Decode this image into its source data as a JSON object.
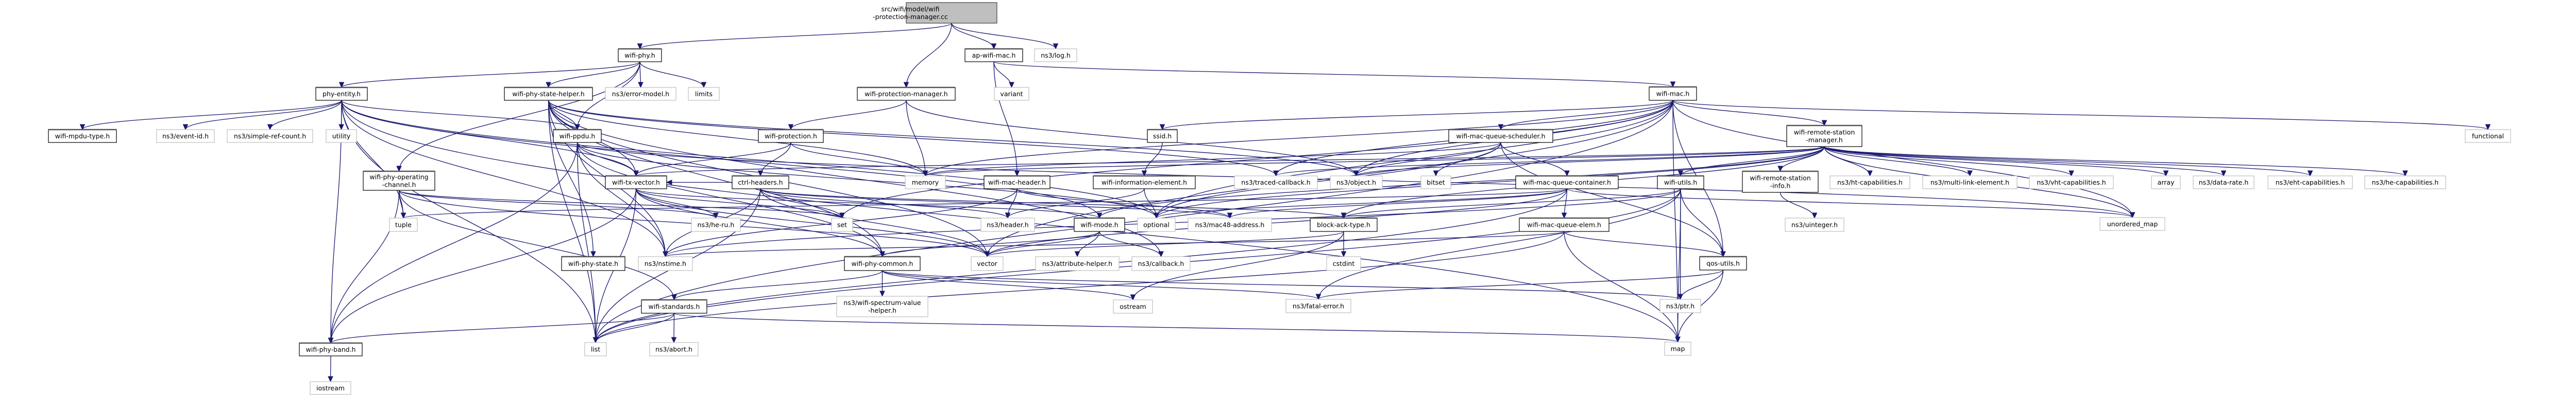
{
  "title": "Include dependency graph for src/wifi/model/wifi-protection-manager.cc",
  "colors": {
    "edge": "#191970",
    "root_fill": "#bfbfbf",
    "root_border": "#404040",
    "documented_fill": "#ffffff",
    "documented_border": "#000000",
    "external_fill": "#ffffff",
    "external_border": "#bfbfbf"
  },
  "nodes": [
    {
      "id": "root",
      "label": "src/wifi/model/wifi\n-protection-manager.cc",
      "kind": "root"
    },
    {
      "id": "wifi-phy",
      "label": "wifi-phy.h",
      "kind": "documented"
    },
    {
      "id": "ap-wifi-mac",
      "label": "ap-wifi-mac.h",
      "kind": "documented"
    },
    {
      "id": "log",
      "label": "ns3/log.h",
      "kind": "external"
    },
    {
      "id": "phy-entity",
      "label": "phy-entity.h",
      "kind": "documented"
    },
    {
      "id": "wifi-phy-state-helper",
      "label": "wifi-phy-state-helper.h",
      "kind": "documented"
    },
    {
      "id": "error-model",
      "label": "ns3/error-model.h",
      "kind": "external"
    },
    {
      "id": "limits",
      "label": "limits",
      "kind": "external"
    },
    {
      "id": "wifi-protection-manager",
      "label": "wifi-protection-manager.h",
      "kind": "documented"
    },
    {
      "id": "variant",
      "label": "variant",
      "kind": "external"
    },
    {
      "id": "wifi-mac",
      "label": "wifi-mac.h",
      "kind": "documented"
    },
    {
      "id": "wifi-mpdu-type",
      "label": "wifi-mpdu-type.h",
      "kind": "documented"
    },
    {
      "id": "event-id",
      "label": "ns3/event-id.h",
      "kind": "external"
    },
    {
      "id": "simple-ref-count",
      "label": "ns3/simple-ref-count.h",
      "kind": "external"
    },
    {
      "id": "utility",
      "label": "utility",
      "kind": "external"
    },
    {
      "id": "wifi-ppdu",
      "label": "wifi-ppdu.h",
      "kind": "documented"
    },
    {
      "id": "wifi-protection",
      "label": "wifi-protection.h",
      "kind": "documented"
    },
    {
      "id": "ssid",
      "label": "ssid.h",
      "kind": "documented"
    },
    {
      "id": "wifi-mac-queue-scheduler",
      "label": "wifi-mac-queue-scheduler.h",
      "kind": "documented"
    },
    {
      "id": "wifi-remote-station-manager",
      "label": "wifi-remote-station\n-manager.h",
      "kind": "documented"
    },
    {
      "id": "functional",
      "label": "functional",
      "kind": "external"
    },
    {
      "id": "wifi-phy-operating-channel",
      "label": "wifi-phy-operating\n-channel.h",
      "kind": "documented"
    },
    {
      "id": "wifi-tx-vector",
      "label": "wifi-tx-vector.h",
      "kind": "documented"
    },
    {
      "id": "ctrl-headers",
      "label": "ctrl-headers.h",
      "kind": "documented"
    },
    {
      "id": "memory",
      "label": "memory",
      "kind": "external"
    },
    {
      "id": "wifi-mac-header",
      "label": "wifi-mac-header.h",
      "kind": "documented"
    },
    {
      "id": "wifi-information-element",
      "label": "wifi-information-element.h",
      "kind": "documented"
    },
    {
      "id": "traced-callback",
      "label": "ns3/traced-callback.h",
      "kind": "external"
    },
    {
      "id": "object",
      "label": "ns3/object.h",
      "kind": "external"
    },
    {
      "id": "bitset",
      "label": "bitset",
      "kind": "external"
    },
    {
      "id": "wifi-mac-queue-container",
      "label": "wifi-mac-queue-container.h",
      "kind": "documented"
    },
    {
      "id": "wifi-utils",
      "label": "wifi-utils.h",
      "kind": "documented"
    },
    {
      "id": "wifi-remote-station-info",
      "label": "wifi-remote-station\n-info.h",
      "kind": "documented"
    },
    {
      "id": "ht-capabilities",
      "label": "ns3/ht-capabilities.h",
      "kind": "external"
    },
    {
      "id": "multi-link-element",
      "label": "ns3/multi-link-element.h",
      "kind": "external"
    },
    {
      "id": "vht-capabilities",
      "label": "ns3/vht-capabilities.h",
      "kind": "external"
    },
    {
      "id": "array",
      "label": "array",
      "kind": "external"
    },
    {
      "id": "data-rate",
      "label": "ns3/data-rate.h",
      "kind": "external"
    },
    {
      "id": "eht-capabilities",
      "label": "ns3/eht-capabilities.h",
      "kind": "external"
    },
    {
      "id": "he-capabilities",
      "label": "ns3/he-capabilities.h",
      "kind": "external"
    },
    {
      "id": "tuple",
      "label": "tuple",
      "kind": "external"
    },
    {
      "id": "he-ru",
      "label": "ns3/he-ru.h",
      "kind": "external"
    },
    {
      "id": "set",
      "label": "set",
      "kind": "external"
    },
    {
      "id": "header",
      "label": "ns3/header.h",
      "kind": "external"
    },
    {
      "id": "wifi-mode",
      "label": "wifi-mode.h",
      "kind": "documented"
    },
    {
      "id": "optional",
      "label": "optional",
      "kind": "external"
    },
    {
      "id": "mac48-address",
      "label": "ns3/mac48-address.h",
      "kind": "external"
    },
    {
      "id": "block-ack-type",
      "label": "block-ack-type.h",
      "kind": "documented"
    },
    {
      "id": "wifi-mac-queue-elem",
      "label": "wifi-mac-queue-elem.h",
      "kind": "documented"
    },
    {
      "id": "uinteger",
      "label": "ns3/uinteger.h",
      "kind": "external"
    },
    {
      "id": "unordered_map",
      "label": "unordered_map",
      "kind": "external"
    },
    {
      "id": "wifi-phy-state",
      "label": "wifi-phy-state.h",
      "kind": "documented"
    },
    {
      "id": "nstime",
      "label": "ns3/nstime.h",
      "kind": "external"
    },
    {
      "id": "wifi-phy-common",
      "label": "wifi-phy-common.h",
      "kind": "documented"
    },
    {
      "id": "vector",
      "label": "vector",
      "kind": "external"
    },
    {
      "id": "attribute-helper",
      "label": "ns3/attribute-helper.h",
      "kind": "external"
    },
    {
      "id": "callback",
      "label": "ns3/callback.h",
      "kind": "external"
    },
    {
      "id": "cstdint",
      "label": "cstdint",
      "kind": "external"
    },
    {
      "id": "qos-utils",
      "label": "qos-utils.h",
      "kind": "documented"
    },
    {
      "id": "wifi-standards",
      "label": "wifi-standards.h",
      "kind": "documented"
    },
    {
      "id": "wifi-spectrum-value-helper",
      "label": "ns3/wifi-spectrum-value\n-helper.h",
      "kind": "external"
    },
    {
      "id": "ostream",
      "label": "ostream",
      "kind": "external"
    },
    {
      "id": "fatal-error",
      "label": "ns3/fatal-error.h",
      "kind": "external"
    },
    {
      "id": "ptr",
      "label": "ns3/ptr.h",
      "kind": "external"
    },
    {
      "id": "wifi-phy-band",
      "label": "wifi-phy-band.h",
      "kind": "documented"
    },
    {
      "id": "list",
      "label": "list",
      "kind": "external"
    },
    {
      "id": "abort",
      "label": "ns3/abort.h",
      "kind": "external"
    },
    {
      "id": "map",
      "label": "map",
      "kind": "external"
    },
    {
      "id": "iostream",
      "label": "iostream",
      "kind": "external"
    }
  ],
  "edges": [
    [
      "root",
      "wifi-phy"
    ],
    [
      "root",
      "wifi-protection-manager"
    ],
    [
      "root",
      "ap-wifi-mac"
    ],
    [
      "root",
      "log"
    ],
    [
      "wifi-phy",
      "phy-entity"
    ],
    [
      "wifi-phy",
      "wifi-phy-state-helper"
    ],
    [
      "wifi-phy",
      "error-model"
    ],
    [
      "wifi-phy",
      "limits"
    ],
    [
      "wifi-phy",
      "wifi-phy-operating-channel"
    ],
    [
      "wifi-phy",
      "wifi-ppdu"
    ],
    [
      "ap-wifi-mac",
      "wifi-mac"
    ],
    [
      "ap-wifi-mac",
      "variant"
    ],
    [
      "ap-wifi-mac",
      "wifi-mac-header"
    ],
    [
      "wifi-protection-manager",
      "wifi-protection"
    ],
    [
      "wifi-protection-manager",
      "memory"
    ],
    [
      "wifi-protection-manager",
      "object"
    ],
    [
      "wifi-protection",
      "ctrl-headers"
    ],
    [
      "wifi-protection",
      "wifi-tx-vector"
    ],
    [
      "wifi-protection",
      "memory"
    ],
    [
      "phy-entity",
      "wifi-mpdu-type"
    ],
    [
      "phy-entity",
      "event-id"
    ],
    [
      "phy-entity",
      "simple-ref-count"
    ],
    [
      "phy-entity",
      "utility"
    ],
    [
      "phy-entity",
      "wifi-ppdu"
    ],
    [
      "phy-entity",
      "wifi-tx-vector"
    ],
    [
      "phy-entity",
      "tuple"
    ],
    [
      "phy-entity",
      "wifi-phy-band"
    ],
    [
      "phy-entity",
      "list"
    ],
    [
      "phy-entity",
      "map"
    ],
    [
      "phy-entity",
      "optional"
    ],
    [
      "phy-entity",
      "nstime"
    ],
    [
      "phy-entity",
      "wifi-mode"
    ],
    [
      "wifi-phy-state-helper",
      "wifi-ppdu"
    ],
    [
      "wifi-phy-state-helper",
      "wifi-tx-vector"
    ],
    [
      "wifi-phy-state-helper",
      "wifi-phy-state"
    ],
    [
      "wifi-phy-state-helper",
      "nstime"
    ],
    [
      "wifi-phy-state-helper",
      "list"
    ],
    [
      "wifi-phy-state-helper",
      "memory"
    ],
    [
      "wifi-phy-state-helper",
      "object"
    ],
    [
      "wifi-phy-state-helper",
      "traced-callback"
    ],
    [
      "wifi-phy-state-helper",
      "callback"
    ],
    [
      "wifi-phy-state-helper",
      "vector"
    ],
    [
      "wifi-phy-state-helper",
      "wifi-phy-common"
    ],
    [
      "wifi-ppdu",
      "wifi-tx-vector"
    ],
    [
      "wifi-ppdu",
      "wifi-phy-band"
    ],
    [
      "wifi-ppdu",
      "nstime"
    ],
    [
      "wifi-ppdu",
      "list"
    ],
    [
      "wifi-ppdu",
      "unordered_map"
    ],
    [
      "wifi-ppdu",
      "wifi-phy-common"
    ],
    [
      "wifi-ppdu",
      "optional"
    ],
    [
      "wifi-phy-operating-channel",
      "wifi-phy-band"
    ],
    [
      "wifi-phy-operating-channel",
      "wifi-standards"
    ],
    [
      "wifi-phy-operating-channel",
      "set"
    ],
    [
      "wifi-phy-operating-channel",
      "tuple"
    ],
    [
      "wifi-phy-operating-channel",
      "he-ru"
    ],
    [
      "wifi-phy-operating-channel",
      "vector"
    ],
    [
      "wifi-tx-vector",
      "wifi-mode"
    ],
    [
      "wifi-tx-vector",
      "wifi-phy-common"
    ],
    [
      "wifi-tx-vector",
      "he-ru"
    ],
    [
      "wifi-tx-vector",
      "list"
    ],
    [
      "wifi-tx-vector",
      "vector"
    ],
    [
      "wifi-tx-vector",
      "set"
    ],
    [
      "wifi-tx-vector",
      "wifi-phy-band"
    ],
    [
      "ctrl-headers",
      "header"
    ],
    [
      "ctrl-headers",
      "wifi-tx-vector"
    ],
    [
      "ctrl-headers",
      "block-ack-type"
    ],
    [
      "ctrl-headers",
      "mac48-address"
    ],
    [
      "ctrl-headers",
      "nstime"
    ],
    [
      "ctrl-headers",
      "list"
    ],
    [
      "ctrl-headers",
      "vector"
    ],
    [
      "ctrl-headers",
      "set"
    ],
    [
      "wifi-mac-header",
      "header"
    ],
    [
      "wifi-mac-header",
      "mac48-address"
    ],
    [
      "wifi-mac-header",
      "nstime"
    ],
    [
      "ssid",
      "wifi-information-element"
    ],
    [
      "wifi-information-element",
      "header"
    ],
    [
      "wifi-information-element",
      "optional"
    ],
    [
      "wifi-mode",
      "wifi-phy-common"
    ],
    [
      "wifi-mode",
      "attribute-helper"
    ],
    [
      "wifi-mode",
      "callback"
    ],
    [
      "wifi-mode",
      "vector"
    ],
    [
      "wifi-phy-common",
      "wifi-standards"
    ],
    [
      "wifi-phy-common",
      "wifi-spectrum-value-helper"
    ],
    [
      "wifi-phy-common",
      "ostream"
    ],
    [
      "wifi-phy-common",
      "fatal-error"
    ],
    [
      "wifi-phy-common",
      "ptr"
    ],
    [
      "wifi-standards",
      "wifi-phy-band"
    ],
    [
      "wifi-standards",
      "list"
    ],
    [
      "wifi-standards",
      "abort"
    ],
    [
      "wifi-standards",
      "map"
    ],
    [
      "wifi-phy-band",
      "iostream"
    ],
    [
      "block-ack-type",
      "cstdint"
    ],
    [
      "block-ack-type",
      "vector"
    ],
    [
      "block-ack-type",
      "ostream"
    ],
    [
      "wifi-mac",
      "wifi-mac-queue-scheduler"
    ],
    [
      "wifi-mac",
      "wifi-remote-station-manager"
    ],
    [
      "wifi-mac",
      "ssid"
    ],
    [
      "wifi-mac",
      "memory"
    ],
    [
      "wifi-mac",
      "object"
    ],
    [
      "wifi-mac",
      "traced-callback"
    ],
    [
      "wifi-mac",
      "optional"
    ],
    [
      "wifi-mac",
      "set"
    ],
    [
      "wifi-mac",
      "vector"
    ],
    [
      "wifi-mac",
      "functional"
    ],
    [
      "wifi-mac",
      "unordered_map"
    ],
    [
      "wifi-mac",
      "qos-utils"
    ],
    [
      "wifi-mac",
      "list"
    ],
    [
      "wifi-mac",
      "map"
    ],
    [
      "wifi-mac-queue-scheduler",
      "bitset"
    ],
    [
      "wifi-mac-queue-scheduler",
      "wifi-mac-queue-container"
    ],
    [
      "wifi-mac-queue-scheduler",
      "memory"
    ],
    [
      "wifi-mac-queue-scheduler",
      "object"
    ],
    [
      "wifi-mac-queue-scheduler",
      "qos-utils"
    ],
    [
      "wifi-mac-queue-scheduler",
      "optional"
    ],
    [
      "wifi-remote-station-manager",
      "wifi-utils"
    ],
    [
      "wifi-remote-station-manager",
      "wifi-remote-station-info"
    ],
    [
      "wifi-remote-station-manager",
      "ht-capabilities"
    ],
    [
      "wifi-remote-station-manager",
      "multi-link-element"
    ],
    [
      "wifi-remote-station-manager",
      "vht-capabilities"
    ],
    [
      "wifi-remote-station-manager",
      "array"
    ],
    [
      "wifi-remote-station-manager",
      "data-rate"
    ],
    [
      "wifi-remote-station-manager",
      "eht-capabilities"
    ],
    [
      "wifi-remote-station-manager",
      "he-capabilities"
    ],
    [
      "wifi-remote-station-manager",
      "block-ack-type"
    ],
    [
      "wifi-remote-station-manager",
      "wifi-mode"
    ],
    [
      "wifi-remote-station-manager",
      "traced-callback"
    ],
    [
      "wifi-remote-station-manager",
      "object"
    ],
    [
      "wifi-remote-station-manager",
      "memory"
    ],
    [
      "wifi-remote-station-manager",
      "unordered_map"
    ],
    [
      "wifi-remote-station-manager",
      "optional"
    ],
    [
      "wifi-remote-station-manager",
      "wifi-tx-vector"
    ],
    [
      "wifi-mac-queue-container",
      "wifi-mac-queue-elem"
    ],
    [
      "wifi-mac-queue-container",
      "mac48-address"
    ],
    [
      "wifi-mac-queue-container",
      "unordered_map"
    ],
    [
      "wifi-mac-queue-container",
      "tuple"
    ],
    [
      "wifi-mac-queue-container",
      "list"
    ],
    [
      "wifi-mac-queue-container",
      "vector"
    ],
    [
      "wifi-mac-queue-container",
      "optional"
    ],
    [
      "wifi-mac-queue-elem",
      "qos-utils"
    ],
    [
      "wifi-mac-queue-elem",
      "map"
    ],
    [
      "wifi-mac-queue-elem",
      "nstime"
    ],
    [
      "wifi-mac-queue-elem",
      "list"
    ],
    [
      "wifi-utils",
      "qos-utils"
    ],
    [
      "wifi-utils",
      "ptr"
    ],
    [
      "wifi-utils",
      "map"
    ],
    [
      "wifi-utils",
      "list"
    ],
    [
      "wifi-utils",
      "fatal-error"
    ],
    [
      "wifi-utils",
      "block-ack-type"
    ],
    [
      "wifi-utils",
      "nstime"
    ],
    [
      "wifi-remote-station-info",
      "uinteger"
    ],
    [
      "qos-utils",
      "ptr"
    ],
    [
      "qos-utils",
      "map"
    ],
    [
      "qos-utils",
      "fatal-error"
    ]
  ]
}
